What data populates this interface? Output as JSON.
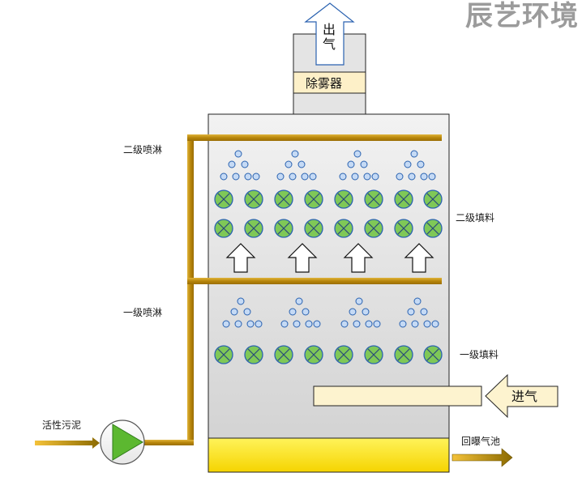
{
  "watermark": "辰艺环境",
  "outlet_label": "出气",
  "demister_label": "除雾器",
  "secondary_spray_label": "二级喷淋",
  "primary_spray_label": "一级喷淋",
  "secondary_packing_label": "二级填料",
  "primary_packing_label": "一级填料",
  "inlet_label": "进气",
  "sludge_label": "活性污泥",
  "return_label": "回曝气池",
  "colors": {
    "tower": "#e4e4e4",
    "pipe": "#c8960c",
    "packing_fill": "#7fc857",
    "packing_stroke": "#2a62b0",
    "droplet": "#c5daf5",
    "sump": "#ffe838",
    "inlet_duct": "#fdf3cf",
    "pump_triangle": "#5cb830"
  }
}
